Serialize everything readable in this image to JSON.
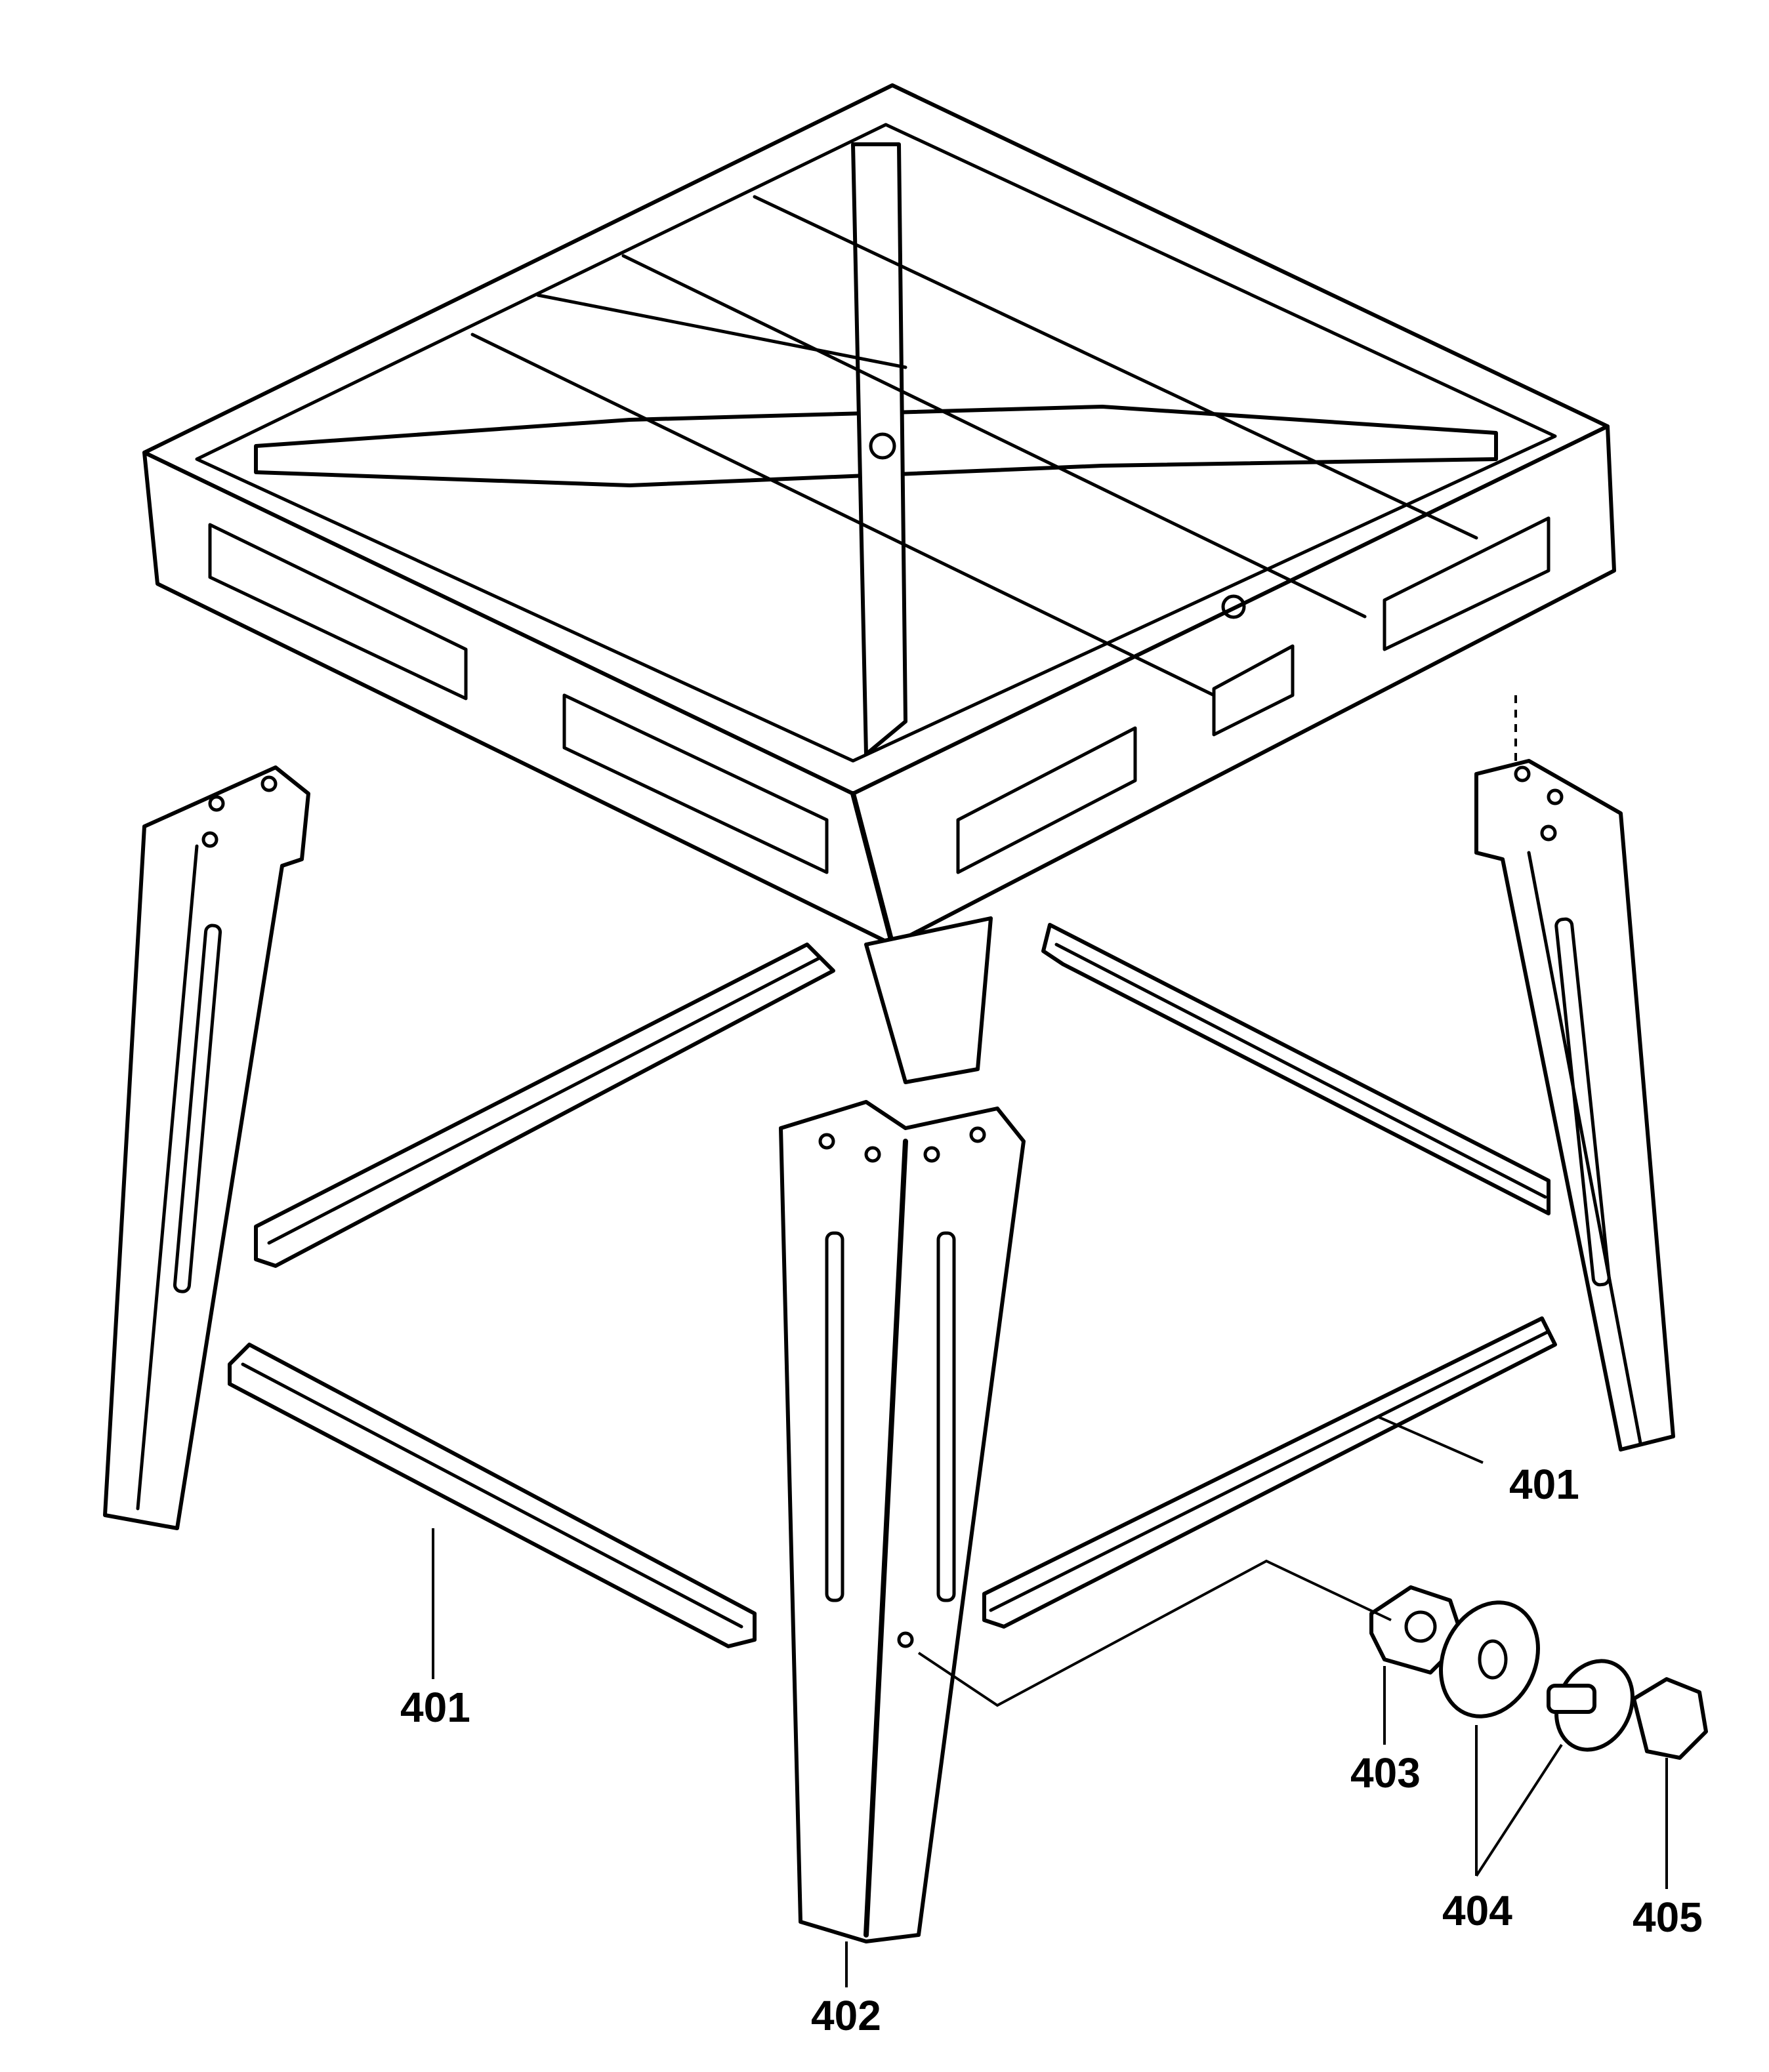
{
  "labels": {
    "bar_left": "401",
    "bar_right": "401",
    "leg": "402",
    "nut": "403",
    "washer": "404",
    "bolt": "405"
  }
}
